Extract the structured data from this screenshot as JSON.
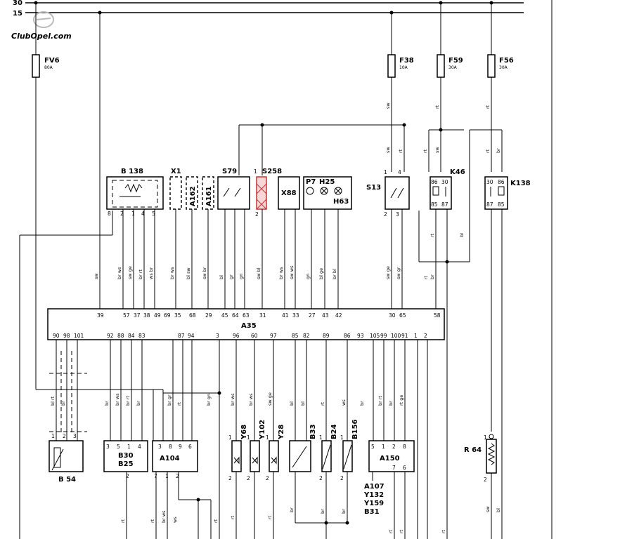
{
  "watermark": "ClubOpel.com",
  "rails": [
    {
      "label": "30"
    },
    {
      "label": "15"
    }
  ],
  "fuses": [
    {
      "id": "FV6",
      "rating": "80A"
    },
    {
      "id": "F38",
      "rating": "10A"
    },
    {
      "id": "F59",
      "rating": "30A"
    },
    {
      "id": "F56",
      "rating": "30A"
    }
  ],
  "components": {
    "b138": "B 138",
    "x1": "X1",
    "a162": "A162",
    "a161": "A161",
    "s79": "S79",
    "s258": "S258",
    "x88": "X88",
    "p7": "P7",
    "h25": "H25",
    "h63": "H63",
    "s13": "S13",
    "k46": "K46",
    "k138": "K138",
    "a35": "A35",
    "b54": "B 54",
    "b30": "B30",
    "b25": "B25",
    "a104": "A104",
    "y68": "Y68",
    "y102": "Y102",
    "y28": "Y28",
    "b33": "B33",
    "b24": "B24",
    "b156": "B156",
    "a150": "A150",
    "r64": "R 64",
    "a150_group": [
      "A107",
      "Y132",
      "Y159",
      "B31"
    ]
  },
  "a35_top_pins": [
    "39",
    "57",
    "37",
    "38",
    "49",
    "69",
    "35",
    "68",
    "29",
    "45",
    "64",
    "63",
    "31",
    "41",
    "33",
    "27",
    "43",
    "42",
    "30",
    "65",
    "58"
  ],
  "a35_bottom_pins": [
    "90",
    "98",
    "101",
    "92",
    "88",
    "84",
    "83",
    "87",
    "94",
    "3",
    "96",
    "60",
    "97",
    "85",
    "82",
    "89",
    "86",
    "93",
    "105",
    "99",
    "100",
    "91",
    "1",
    "2"
  ],
  "wire_colors_top": [
    "sw",
    "br ws",
    "sw ge",
    "br rt",
    "ws br",
    "br ws",
    "bl sw",
    "sw br",
    "bl",
    "gr",
    "gn",
    "sw bl",
    "br ws",
    "sw ws",
    "gn",
    "bl ge",
    "br bl",
    "sw ge",
    "sw gr",
    "br"
  ],
  "wire_colors_bottom": [
    "bl rt",
    "br",
    "br",
    "br ws",
    "br rt",
    "br",
    "br gr",
    "rt",
    "br gn",
    "br ws",
    "br ws",
    "sw ge",
    "bl",
    "bl",
    "rt",
    "ws",
    "br",
    "br rt",
    "br",
    "rt ge"
  ],
  "wire_colors_fuse": [
    "sw",
    "rt",
    "rt",
    "sw",
    "rt",
    "rt",
    "sw",
    "rt",
    "br",
    "rt",
    "bl",
    "rt"
  ],
  "wire_colors_low": [
    "rt",
    "rt",
    "br ws",
    "ws",
    "rt",
    "br",
    "br",
    "br",
    "rt",
    "rt",
    "rt",
    "sw",
    "bl",
    "rt",
    "rt"
  ]
}
